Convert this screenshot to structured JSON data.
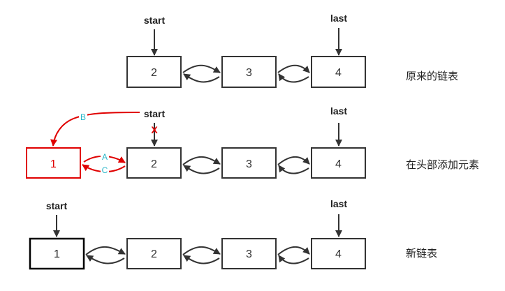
{
  "rows": [
    {
      "caption": "原来的链表",
      "nodes": [
        "2",
        "3",
        "4"
      ],
      "start_label": "start",
      "last_label": "last"
    },
    {
      "caption": "在头部添加元素",
      "new_node": "1",
      "nodes": [
        "2",
        "3",
        "4"
      ],
      "start_label": "start",
      "last_label": "last",
      "removed_mark": "X",
      "edge_labels": {
        "b": "B",
        "a": "A",
        "c": "C"
      }
    },
    {
      "caption": "新链表",
      "nodes": [
        "1",
        "2",
        "3",
        "4"
      ],
      "start_label": "start",
      "last_label": "last"
    }
  ],
  "colors": {
    "line": "#333333",
    "node_border": "#333333",
    "new_node": "#e00000",
    "edge_label": "#29b6c8",
    "final_head_border": "#000000"
  }
}
